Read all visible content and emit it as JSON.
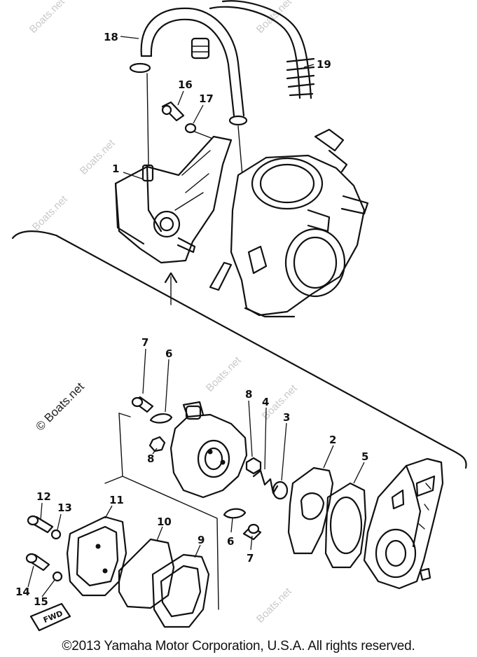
{
  "copyright": "©2013 Yamaha Motor Corporation, U.S.A. All rights reserved.",
  "watermark": "© Boats.net",
  "watermark_short": "Boats.net",
  "fwd_label": "FWD",
  "callouts": {
    "c1": "1",
    "c2": "2",
    "c3": "3",
    "c4": "4",
    "c5": "5",
    "c6a": "6",
    "c6b": "6",
    "c7a": "7",
    "c7b": "7",
    "c8a": "8",
    "c8b": "8",
    "c9": "9",
    "c10": "10",
    "c11": "11",
    "c12": "12",
    "c13": "13",
    "c14": "14",
    "c15": "15",
    "c16": "16",
    "c17": "17",
    "c18": "18",
    "c19": "19"
  }
}
